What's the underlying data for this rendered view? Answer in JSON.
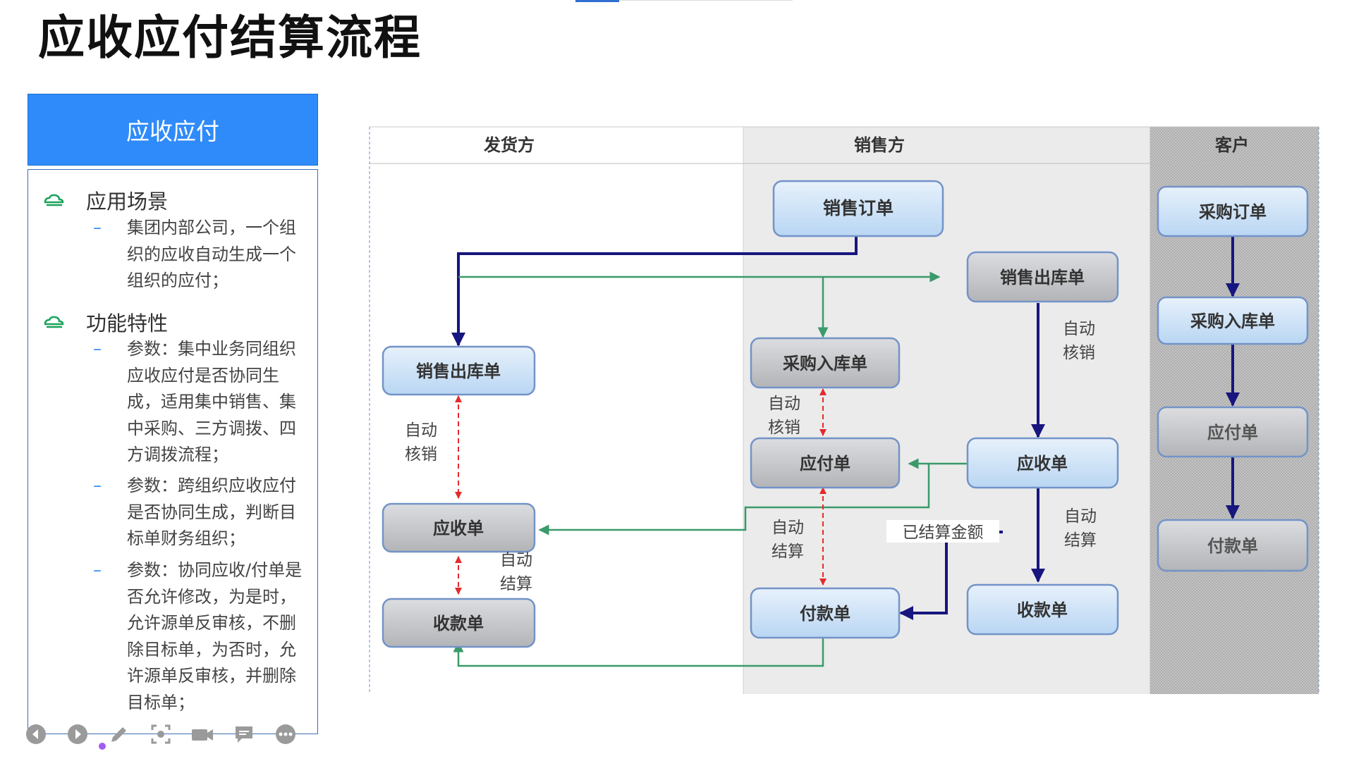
{
  "slide": {
    "title": "应收应付结算流程"
  },
  "panel": {
    "header": "应收应付",
    "sections": [
      {
        "heading": "应用场景",
        "items": [
          "集团内部公司，一个组织的应收自动生成一个组织的应付；"
        ]
      },
      {
        "heading": "功能特性",
        "items": [
          "参数：集中业务同组织应收应付是否协同生成，适用集中销售、集中采购、三方调拨、四方调拨流程；",
          "参数：跨组织应收应付是否协同生成，判断目标单财务组织；",
          "参数：协同应收/付单是否允许修改，为是时，允许源单反审核，不删除目标单，为否时，允许源单反审核，并删除目标单；"
        ]
      }
    ]
  },
  "toolbar": {
    "buttons": [
      "prev-icon",
      "next-icon",
      "pen-icon",
      "screenshot-icon",
      "camera-icon",
      "comment-icon",
      "more-icon"
    ],
    "indicator_color": "#a35cf0"
  },
  "diagram": {
    "lanes": [
      "发货方",
      "销售方",
      "客户"
    ],
    "nodes": {
      "ship_out": "销售出库单",
      "ship_ar": "应收单",
      "ship_receipt": "收款单",
      "sale_order": "销售订单",
      "sale_out": "销售出库单",
      "sale_in": "采购入库单",
      "sale_ap": "应付单",
      "sale_ar": "应收单",
      "sale_pay": "付款单",
      "sale_receipt": "收款单",
      "cust_po": "采购订单",
      "cust_in": "采购入库单",
      "cust_ap": "应付单",
      "cust_pay": "付款单"
    },
    "labels": {
      "auto_writeoff": [
        "自动",
        "核销"
      ],
      "auto_settle": [
        "自动",
        "结算"
      ],
      "settled_amount": "已结算金额"
    },
    "colors": {
      "dark_arrow": "#17167e",
      "green_arrow": "#3a9a6a",
      "red_dashed": "#e52a2a",
      "blue_box": "#cde3f7",
      "gray_box": "#c6c7cb",
      "box_border": "#7393c8"
    }
  }
}
